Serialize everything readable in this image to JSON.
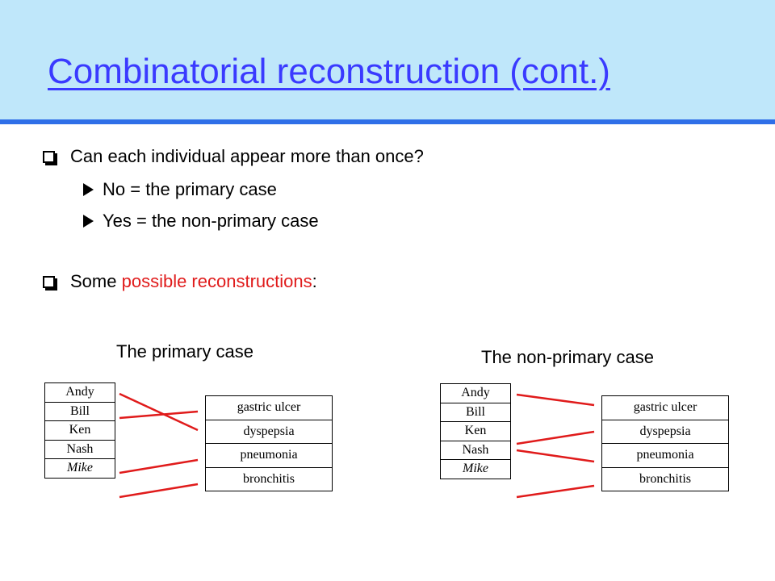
{
  "title": "Combinatorial reconstruction (cont.)",
  "bullets": {
    "q1": "Can each individual appear more than once?",
    "no": "No = the primary case",
    "yes": "Yes = the non-primary case",
    "q2_prefix": "Some ",
    "q2_highlight": "possible reconstructions",
    "q2_suffix": ":"
  },
  "primary": {
    "title": "The primary case",
    "names": [
      "Andy",
      "Bill",
      "Ken",
      "Nash",
      "Mike"
    ],
    "conditions": [
      "gastric ulcer",
      "dyspepsia",
      "pneumonia",
      "bronchitis"
    ]
  },
  "nonprimary": {
    "title": "The non-primary case",
    "names": [
      "Andy",
      "Bill",
      "Ken",
      "Nash",
      "Mike"
    ],
    "conditions": [
      "gastric ulcer",
      "dyspepsia",
      "pneumonia",
      "bronchitis"
    ]
  },
  "colors": {
    "title": "#3a3aff",
    "header_bg": "#bfe7fa",
    "rule": "#2f6fe8",
    "highlight": "#e01b1b"
  }
}
